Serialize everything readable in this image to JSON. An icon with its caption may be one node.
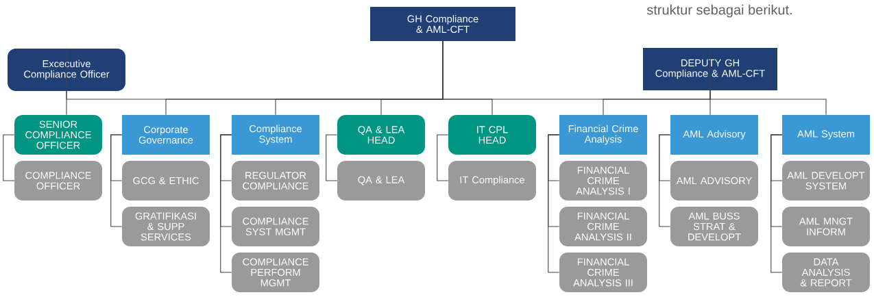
{
  "diagram": {
    "nodes": [
      {
        "text": [
          "GH Compliance & AML-CFT"
        ]
      },
      {
        "text": [
          "Excecutive Compliance Officer"
        ]
      },
      {
        "text": [
          "DEPUTY GH Compliance & AML-CFT"
        ]
      },
      {
        "text": [
          "SENIOR COMPLIANCE OFFICER"
        ]
      },
      {
        "text": [
          "COMPLIANCE OFFICER"
        ]
      },
      {
        "text": [
          "Corporate Governance"
        ]
      },
      {
        "text": [
          "GCG & ETHIC"
        ]
      },
      {
        "text": [
          "GRATIFIKASI & SUPP SERVICES"
        ]
      },
      {
        "text": [
          "Compliance System"
        ]
      },
      {
        "text": [
          "REGULATOR COMPLIANCE"
        ]
      },
      {
        "text": [
          "COMPLIANCE SYST MGMT"
        ]
      },
      {
        "text": [
          "COMPLIANCE PERFORM MGMT"
        ]
      },
      {
        "text": [
          "QA & LEA HEAD"
        ]
      },
      {
        "text": [
          "QA & LEA"
        ]
      },
      {
        "text": [
          "IT CPL HEAD"
        ]
      },
      {
        "text": [
          "IT Compliance"
        ]
      },
      {
        "text": [
          "Financial Crime Analysis"
        ]
      },
      {
        "text": [
          "FINANCIAL CRIME ANALYSIS I"
        ]
      },
      {
        "text": [
          "FINANCIAL CRIME ANALYSIS II"
        ]
      },
      {
        "text": [
          "FINANCIAL CRIME ANALYSIS III"
        ]
      },
      {
        "text": [
          "AML Advisory"
        ]
      },
      {
        "text": [
          "AML ADVISORY"
        ]
      },
      {
        "text": [
          "AML BUSS STRAT & DEVELOPT"
        ]
      },
      {
        "text": [
          "AML System"
        ]
      },
      {
        "text": [
          "AML DEVELOPT SYSTEM"
        ]
      },
      {
        "text": [
          "AML MNGT INFORM"
        ]
      },
      {
        "text": [
          "DATA ANALYSIS & REPORT"
        ]
      }
    ],
    "edges": [
      {
        "from": 0,
        "to": 1,
        "arrow": "none"
      },
      {
        "from": 0,
        "to": 2,
        "arrow": "none"
      },
      {
        "from": 0,
        "to": 5,
        "arrow": "none"
      },
      {
        "from": 0,
        "to": 8,
        "arrow": "none"
      },
      {
        "from": 0,
        "to": 12,
        "arrow": "none"
      },
      {
        "from": 0,
        "to": 14,
        "arrow": "none"
      },
      {
        "from": 1,
        "to": 3,
        "arrow": "none"
      },
      {
        "from": 2,
        "to": 16,
        "arrow": "none"
      },
      {
        "from": 2,
        "to": 20,
        "arrow": "none"
      },
      {
        "from": 2,
        "to": 23,
        "arrow": "none"
      },
      {
        "from": 3,
        "to": 4,
        "arrow": "none"
      },
      {
        "from": 5,
        "to": 6,
        "arrow": "none"
      },
      {
        "from": 5,
        "to": 7,
        "arrow": "none"
      },
      {
        "from": 8,
        "to": 9,
        "arrow": "none"
      },
      {
        "from": 8,
        "to": 10,
        "arrow": "none"
      },
      {
        "from": 8,
        "to": 11,
        "arrow": "none"
      },
      {
        "from": 12,
        "to": 13,
        "arrow": "none"
      },
      {
        "from": 14,
        "to": 15,
        "arrow": "none"
      },
      {
        "from": 16,
        "to": 17,
        "arrow": "none"
      },
      {
        "from": 16,
        "to": 18,
        "arrow": "none"
      },
      {
        "from": 16,
        "to": 19,
        "arrow": "none"
      },
      {
        "from": 20,
        "to": 21,
        "arrow": "none"
      },
      {
        "from": 20,
        "to": 22,
        "arrow": "none"
      },
      {
        "from": 23,
        "to": 24,
        "arrow": "none"
      },
      {
        "from": 23,
        "to": 25,
        "arrow": "none"
      },
      {
        "from": 23,
        "to": 26,
        "arrow": "none"
      }
    ],
    "labels": [
      "struktur sebagai berikut."
    ]
  }
}
